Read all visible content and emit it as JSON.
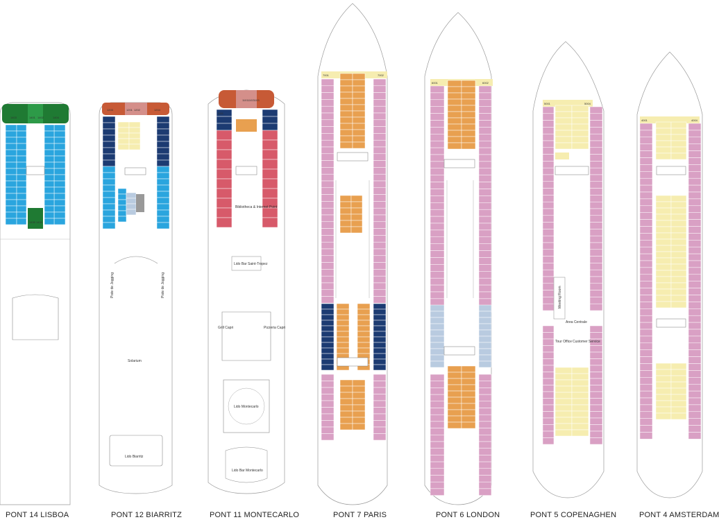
{
  "decks": [
    {
      "label": "PONT 14 LISBOA"
    },
    {
      "label": "PONT 12 BIARRITZ"
    },
    {
      "label": "PONT 11 MONTECARLO"
    },
    {
      "label": "PONT 7 PARIS"
    },
    {
      "label": "PONT 6 LONDON"
    },
    {
      "label": "PONT 5 COPENAGHEN"
    },
    {
      "label": "PONT 4 AMSTERDAM"
    }
  ],
  "venues": {
    "piste_jogging_left": "Piste de Jogging",
    "piste_jogging_right": "Piste de Jogging",
    "solarium": "Solarium",
    "lido_biarritz": "Lido Biarritz",
    "bibliotheca": "Bibliotheca & Internet Point",
    "lido_bar_saint_tropez": "Lido Bar Saint-Tropez",
    "grill_capri": "Grill Capri",
    "pizzeria_capri": "Pizzeria Capri",
    "lido_montecarlo": "Lido Montecarlo",
    "lido_bar_montecarlo": "Lido Bar Montecarlo",
    "meeting_room": "Meeting Room",
    "area_centrale": "Area Centrale",
    "tour_office": "Tour Office",
    "customer_service": "Customer Service"
  },
  "cabins": {
    "lisboa": {
      "first": "1403",
      "mid": [
        "1401",
        "1402",
        "1404"
      ],
      "bottom": [
        "1435",
        "1434"
      ]
    },
    "biarritz": {
      "first": "1203",
      "mid": [
        "1201",
        "1202",
        "1204"
      ]
    },
    "montecarlo": {
      "first": "1105",
      "mid": [
        "1101",
        "1102",
        "1103"
      ]
    },
    "paris": {
      "first": "7001",
      "last": "7002"
    },
    "london": {
      "first": "6001",
      "last": "6002"
    },
    "copenaghen": {
      "first": "5001",
      "last": "5004"
    },
    "amsterdam": {
      "first": "4001",
      "last": "4004"
    }
  },
  "colors": {
    "pink": "#d9a0c4",
    "blue": "#2aa5de",
    "navy": "#1c3b72",
    "green": "#1f7a33",
    "orange": "#e8a050",
    "terracotta": "#c75a36",
    "rose": "#d48f8a",
    "cream": "#f6edb0",
    "lightblue": "#b9cbe0",
    "coral": "#d75a6a"
  }
}
